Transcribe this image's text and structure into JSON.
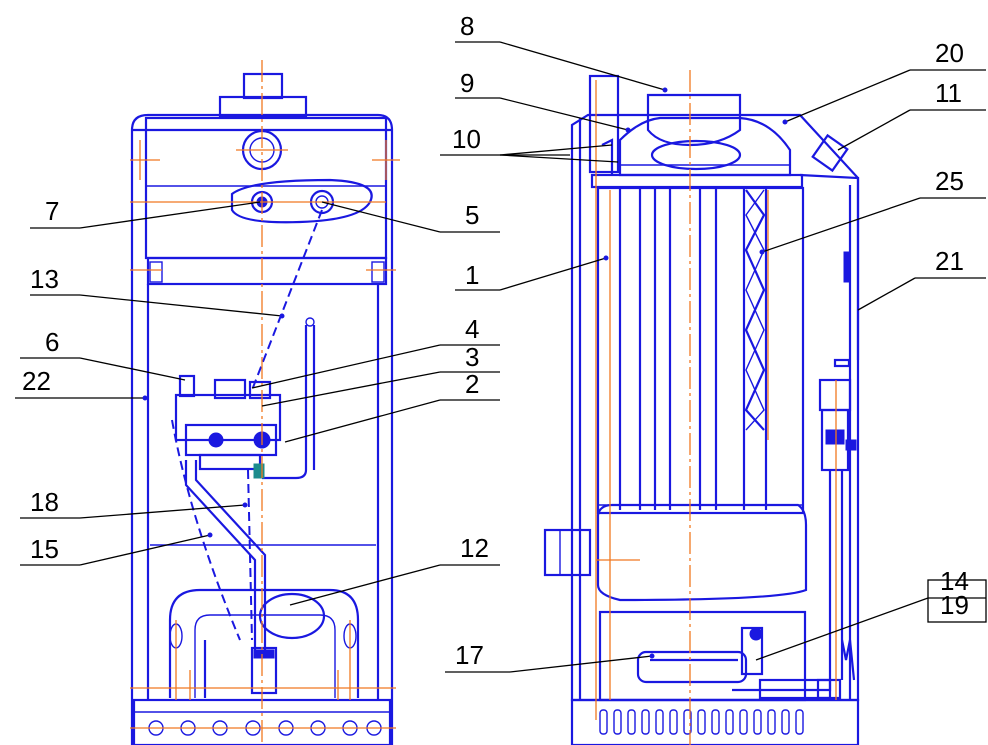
{
  "callouts": {
    "c1": "1",
    "c2": "2",
    "c3": "3",
    "c4": "4",
    "c5": "5",
    "c6": "6",
    "c7": "7",
    "c8": "8",
    "c9": "9",
    "c10": "10",
    "c11": "11",
    "c12": "12",
    "c13": "13",
    "c14": "14",
    "c15": "15",
    "c17": "17",
    "c18": "18",
    "c19": "19",
    "c20": "20",
    "c21": "21",
    "c22": "22",
    "c25": "25"
  },
  "colors": {
    "drawing_line": "#1a18e0",
    "center_line": "#f07820",
    "leader_line": "#000000",
    "background": "#ffffff"
  }
}
